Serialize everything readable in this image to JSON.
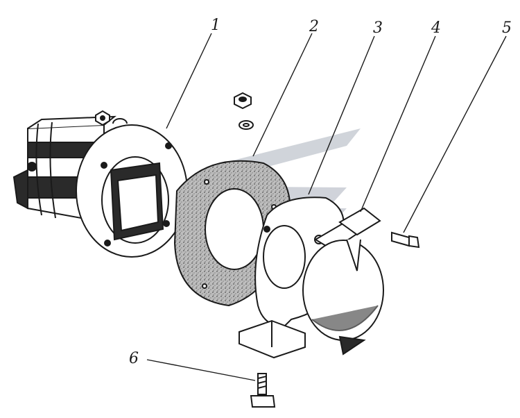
{
  "callouts": [
    "1",
    "2",
    "3",
    "4",
    "5",
    "6"
  ],
  "colors": {
    "ink": "#1a1a1a",
    "watermark": "#c8ccd4",
    "gasket": "#9a9a9a",
    "paper": "#ffffff"
  }
}
